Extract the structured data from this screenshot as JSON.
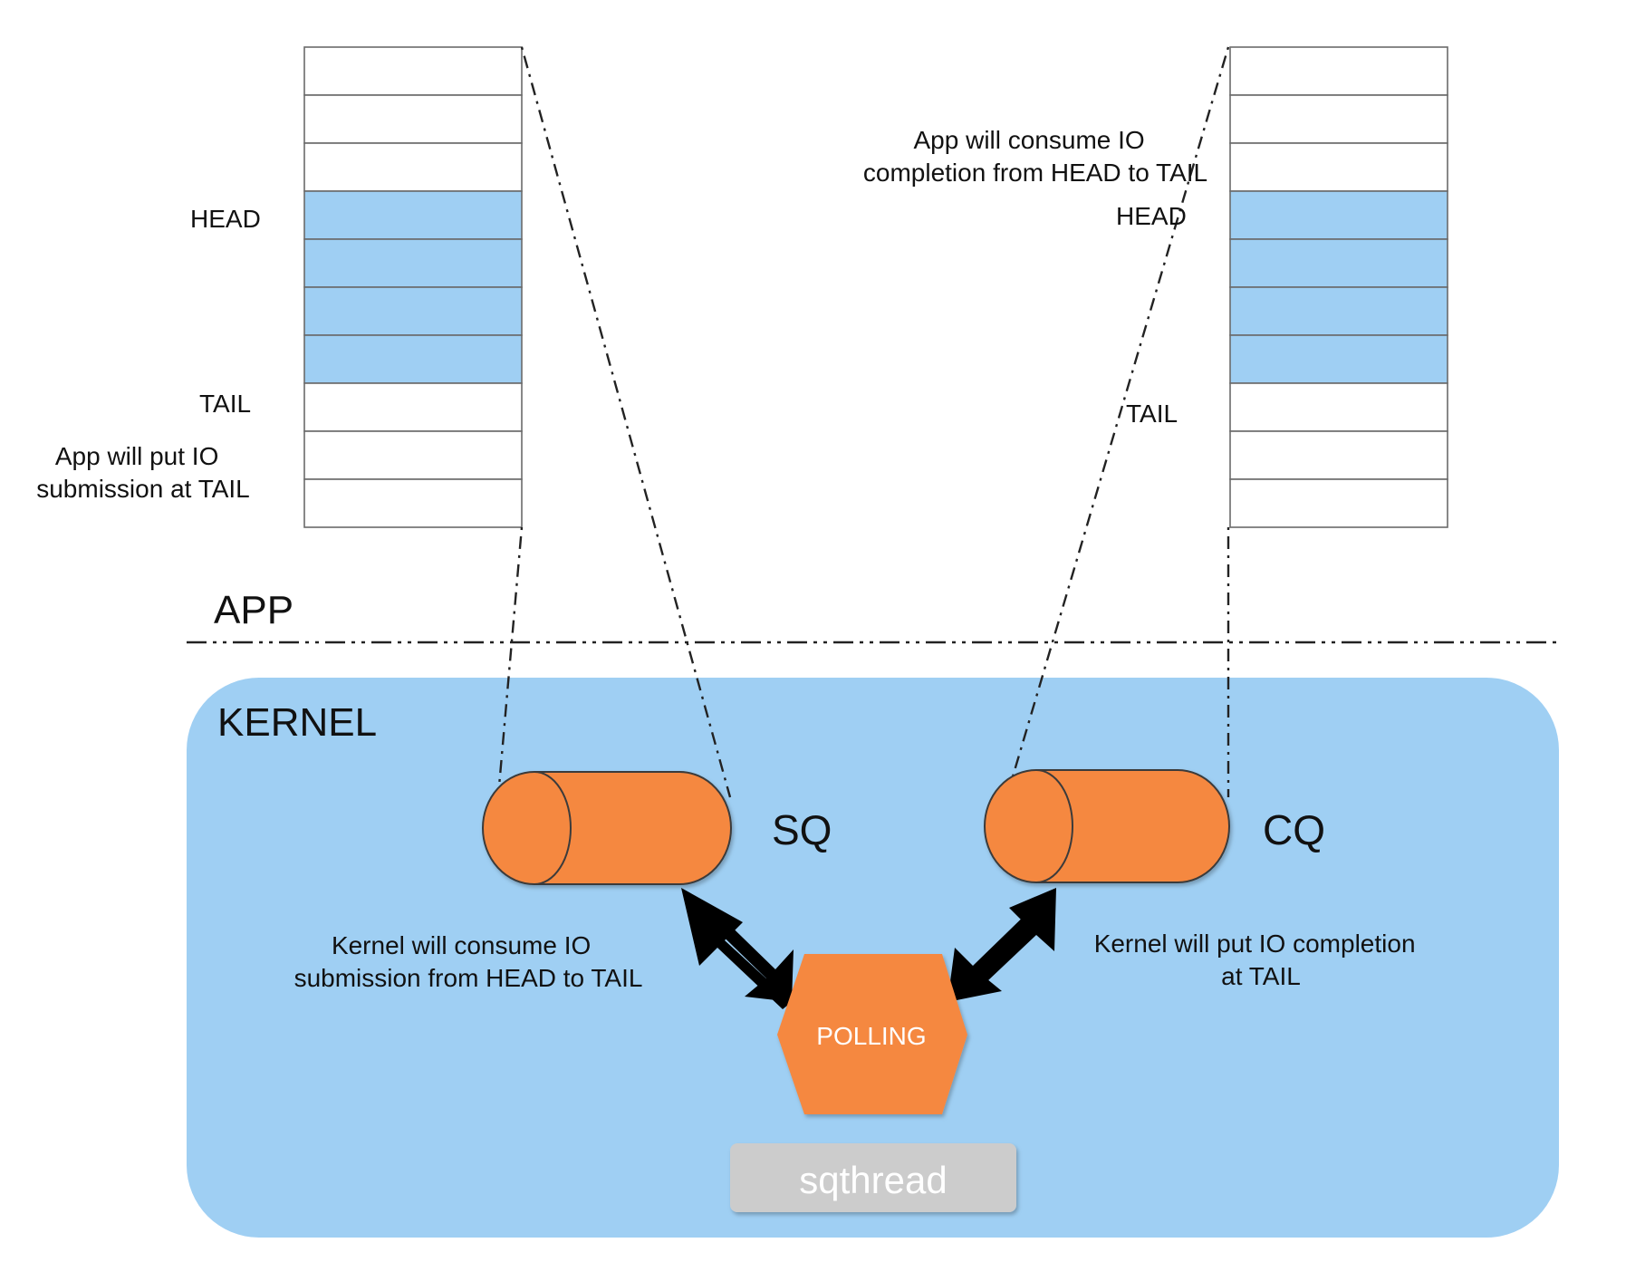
{
  "labels": {
    "app": "APP",
    "kernel": "KERNEL",
    "sq": "SQ",
    "cq": "CQ",
    "polling": "POLLING",
    "sqthread": "sqthread",
    "sq_head": "HEAD",
    "sq_tail": "TAIL",
    "cq_head": "HEAD",
    "cq_tail": "TAIL"
  },
  "notes": {
    "app_put": [
      "App will put IO",
      "submission at TAIL"
    ],
    "app_consume": [
      "App will consume IO",
      "completion from HEAD to TAIL"
    ],
    "kernel_consume": [
      "Kernel will consume IO",
      "submission from HEAD to TAIL"
    ],
    "kernel_put": [
      "Kernel will put IO completion",
      "at TAIL"
    ]
  },
  "queues": {
    "sq": {
      "slots": 10,
      "filled": [
        3,
        4,
        5,
        6
      ]
    },
    "cq": {
      "slots": 10,
      "filled": [
        3,
        4,
        5,
        6
      ]
    }
  },
  "colors": {
    "filled_slot": "#9fcff3",
    "empty_slot": "#ffffff",
    "slot_border": "#6b6b6b",
    "kernel_bg": "#9fcff3",
    "queue_orange": "#f58840",
    "polling_orange": "#f58840",
    "sqthread_bg": "#cccccc",
    "text": "#111111"
  }
}
